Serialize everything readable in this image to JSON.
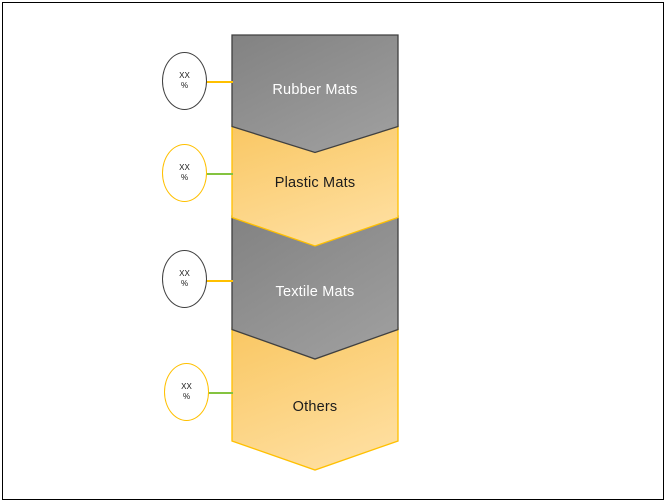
{
  "page": {
    "background": "#ffffff",
    "border_color": "#000000"
  },
  "palette": {
    "gray_fill_light": "#9d9d9d",
    "gray_fill_dark": "#828282",
    "gray_border": "#404040",
    "gold_fill_light": "#fedd9b",
    "gold_fill_dark": "#f9c763",
    "gold_border": "#ffc000",
    "green_connector": "#84c340",
    "gold_connector": "#ffc000",
    "label_on_gray": "#ffffff",
    "label_on_gold": "#1c1c1c"
  },
  "diagram": {
    "segments": [
      {
        "label": "Rubber Mats",
        "value_top": "XX",
        "value_bottom": "%",
        "theme": "gray",
        "connector": "gold"
      },
      {
        "label": "Plastic Mats",
        "value_top": "XX",
        "value_bottom": "%",
        "theme": "gold",
        "connector": "green"
      },
      {
        "label": "Textile Mats",
        "value_top": "XX",
        "value_bottom": "%",
        "theme": "gray",
        "connector": "gold"
      },
      {
        "label": "Others",
        "value_top": "XX",
        "value_bottom": "%",
        "theme": "gold",
        "connector": "green"
      }
    ]
  }
}
